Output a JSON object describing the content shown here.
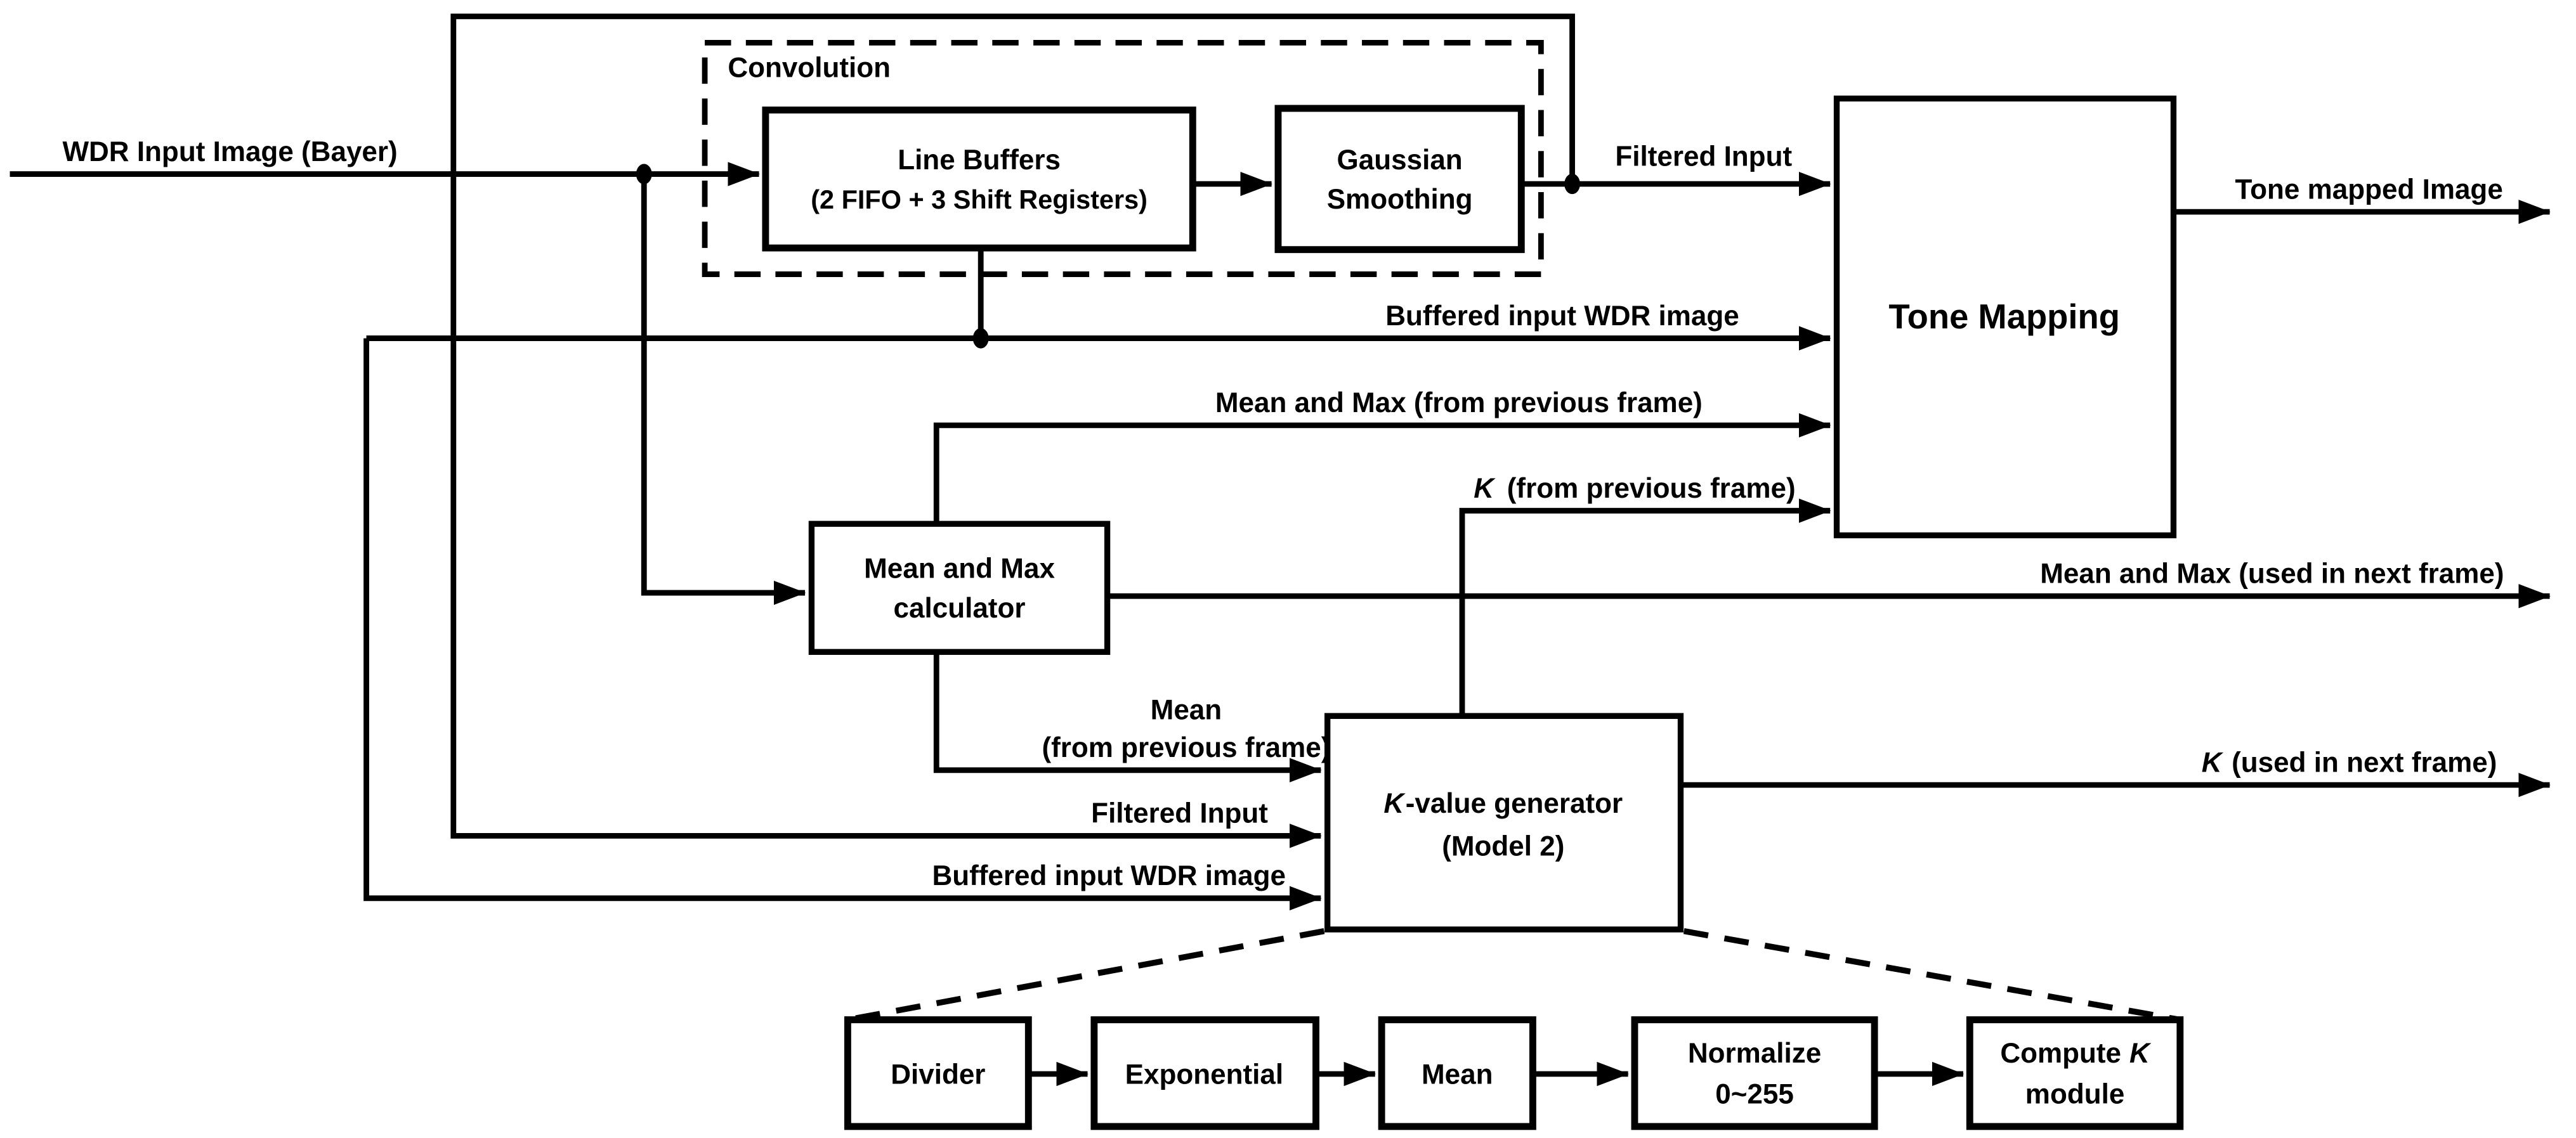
{
  "colors": {
    "ink": "#000000",
    "background": "#ffffff"
  },
  "blocks": {
    "convolution_group": "Convolution",
    "line_buffers": {
      "line1": "Line Buffers",
      "line2": "(2 FIFO + 3 Shift Registers)"
    },
    "gaussian": {
      "line1": "Gaussian",
      "line2": "Smoothing"
    },
    "tone_mapping": "Tone Mapping",
    "mean_max_calculator": {
      "line1": "Mean and Max",
      "line2": "calculator"
    },
    "k_value_generator": {
      "k": "K",
      "rest": "-value generator",
      "line2": "(Model 2)"
    },
    "divider": "Divider",
    "exponential": "Exponential",
    "mean": "Mean",
    "normalize": {
      "line1": "Normalize",
      "line2": "0~255"
    },
    "compute_k": {
      "word": "Compute",
      "k": "K",
      "line2": "module"
    }
  },
  "signals": {
    "wdr_input": "WDR Input Image (Bayer)",
    "filtered_input_to_tm": "Filtered Input",
    "tone_mapped_output": "Tone mapped Image",
    "buffered_to_tm": "Buffered input WDR image",
    "mean_max_prev": "Mean and Max (from previous frame)",
    "k_prev": {
      "k": "K",
      "rest": "(from previous frame)"
    },
    "mean_max_next": "Mean and Max (used in next frame)",
    "mean_prev": {
      "line1": "Mean",
      "line2": "(from previous frame)"
    },
    "filtered_input_to_kgen": "Filtered Input",
    "buffered_to_kgen": "Buffered input WDR image",
    "k_next": {
      "k": "K",
      "rest": "(used in next frame)"
    }
  }
}
